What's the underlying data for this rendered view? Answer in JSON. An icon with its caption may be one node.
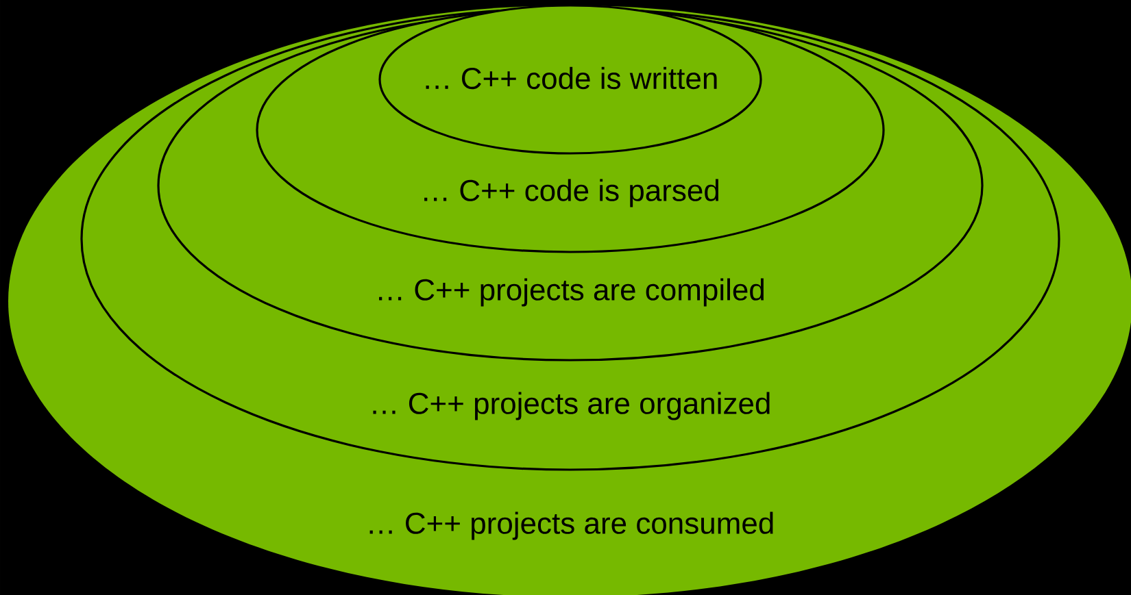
{
  "diagram": {
    "nodes": [
      {
        "text": [
          "… C++ projects are consumed"
        ]
      },
      {
        "text": [
          "… C++ projects are organized"
        ],
        "in": 0
      },
      {
        "text": [
          "… C++ projects are compiled"
        ],
        "in": 1
      },
      {
        "text": [
          "… C++ code is parsed"
        ],
        "in": 2
      },
      {
        "text": [
          "… C++ code is written"
        ],
        "in": 3
      }
    ]
  }
}
